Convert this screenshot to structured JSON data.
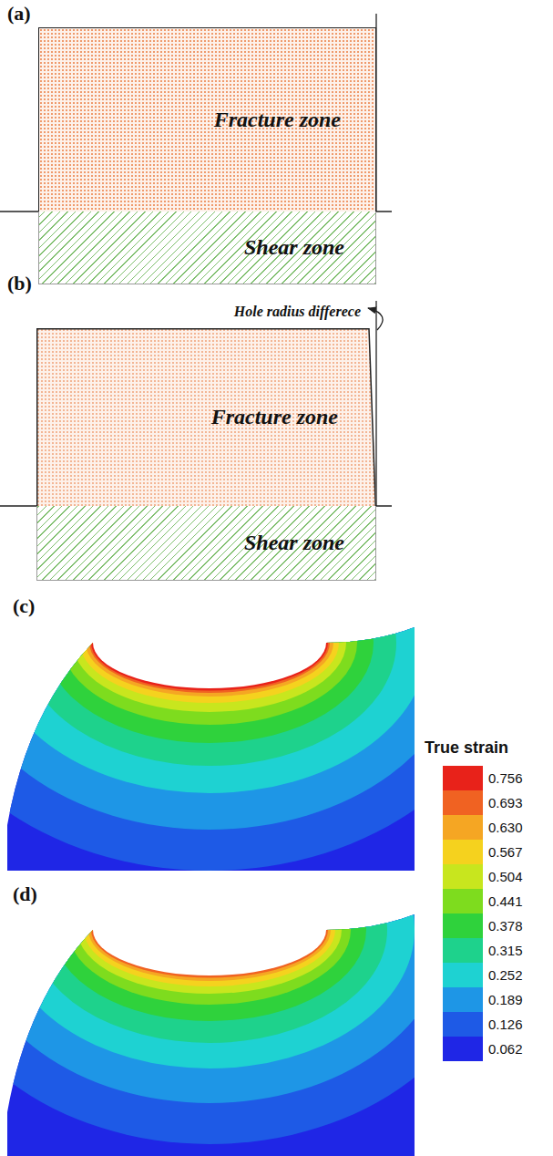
{
  "diagram": {
    "nodes": [
      {
        "text": [
          "Fracture zone"
        ]
      },
      {
        "text": [
          "Shear zone"
        ]
      },
      {
        "text": [
          "Fracture zone"
        ]
      },
      {
        "text": [
          "Shear zone"
        ]
      }
    ],
    "labels": [
      "(a)",
      "(b)",
      "Hole radius differece",
      "(c)",
      "(d)",
      "True strain"
    ],
    "legend": [
      {
        "text": "0.756",
        "color": "#e8221a"
      },
      {
        "text": "0.693",
        "color": "#f06222"
      },
      {
        "text": "0.630",
        "color": "#f5a623"
      },
      {
        "text": "0.567",
        "color": "#f5d21e"
      },
      {
        "text": "0.504",
        "color": "#c8e61e"
      },
      {
        "text": "0.441",
        "color": "#7edc1e"
      },
      {
        "text": "0.378",
        "color": "#2fd23c"
      },
      {
        "text": "0.315",
        "color": "#1ed28c"
      },
      {
        "text": "0.252",
        "color": "#1ed2d2"
      },
      {
        "text": "0.189",
        "color": "#1e96e6"
      },
      {
        "text": "0.126",
        "color": "#1e5ae6"
      },
      {
        "text": "0.062",
        "color": "#1f26e6"
      }
    ]
  }
}
